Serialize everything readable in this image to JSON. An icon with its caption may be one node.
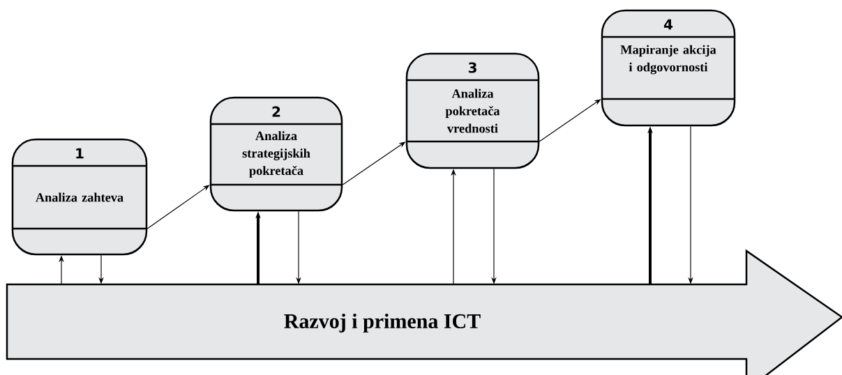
{
  "diagram": {
    "nodes": [
      {
        "text": [
          "1",
          "Analiza zahteva"
        ]
      },
      {
        "text": [
          "2",
          "Analiza strategijskih pokretača"
        ]
      },
      {
        "text": [
          "3",
          "Analiza pokretača vrednosti"
        ]
      },
      {
        "text": [
          "4",
          "Mapiranje akcija i odgovornosti"
        ]
      },
      {
        "text": [
          "Razvoj i primena ICT"
        ]
      }
    ],
    "edges": [
      {
        "from": 0,
        "to": 1,
        "arrow": "to"
      },
      {
        "from": 1,
        "to": 2,
        "arrow": "to"
      },
      {
        "from": 2,
        "to": 3,
        "arrow": "to"
      },
      {
        "from": 4,
        "to": 0,
        "arrow": "to"
      },
      {
        "from": 0,
        "to": 4,
        "arrow": "to"
      },
      {
        "from": 4,
        "to": 1,
        "arrow": "to",
        "style": "thick"
      },
      {
        "from": 1,
        "to": 4,
        "arrow": "to"
      },
      {
        "from": 4,
        "to": 2,
        "arrow": "to"
      },
      {
        "from": 2,
        "to": 4,
        "arrow": "to"
      },
      {
        "from": 4,
        "to": 3,
        "arrow": "to",
        "style": "thick"
      },
      {
        "from": 3,
        "to": 4,
        "arrow": "to"
      }
    ]
  }
}
